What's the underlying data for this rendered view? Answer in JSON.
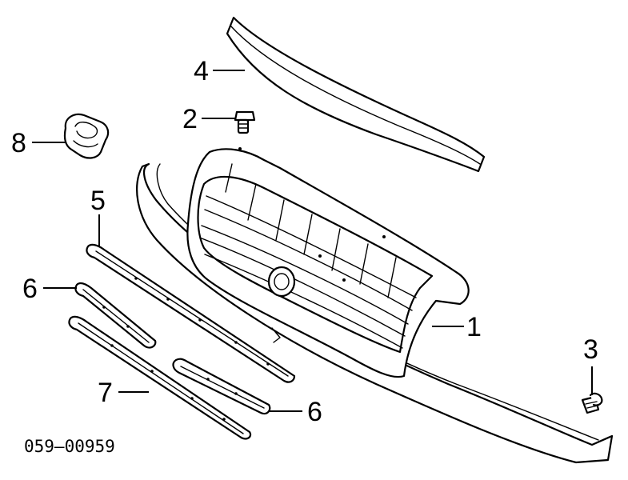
{
  "diagram": {
    "callouts": [
      {
        "id": "1",
        "label": "1"
      },
      {
        "id": "2",
        "label": "2"
      },
      {
        "id": "3",
        "label": "3"
      },
      {
        "id": "4",
        "label": "4"
      },
      {
        "id": "5",
        "label": "5"
      },
      {
        "id": "6a",
        "label": "6"
      },
      {
        "id": "6b",
        "label": "6"
      },
      {
        "id": "7",
        "label": "7"
      },
      {
        "id": "8",
        "label": "8"
      }
    ],
    "drawing_number": "059–00959"
  }
}
